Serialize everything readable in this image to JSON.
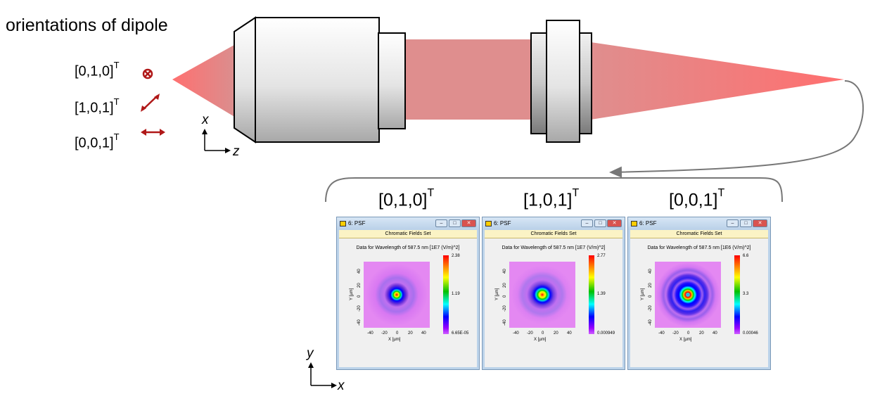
{
  "title": "orientations of dipole",
  "dipoles": [
    {
      "label": "[0,1,0]",
      "sup": "T",
      "icon": "into-page-icon"
    },
    {
      "label": "[1,0,1]",
      "sup": "T",
      "icon": "diagonal-arrow-icon"
    },
    {
      "label": "[0,0,1]",
      "sup": "T",
      "icon": "horizontal-arrow-icon"
    }
  ],
  "axes_top": {
    "vertical": "x",
    "horizontal": "z"
  },
  "axes_bottom": {
    "vertical": "y",
    "horizontal": "x"
  },
  "panel_labels": [
    {
      "label": "[0,1,0]",
      "sup": "T"
    },
    {
      "label": "[1,0,1]",
      "sup": "T"
    },
    {
      "label": "[0,0,1]",
      "sup": "T"
    }
  ],
  "windows": [
    {
      "title": "6: PSF",
      "header": "Chromatic Fields Set",
      "caption": "Data for Wavelength of 587.5 nm  [1E7 (V/m)^2]",
      "cbar_max": "2.38",
      "cbar_mid": "1.19",
      "cbar_min": "6.65E-05",
      "yticks": [
        "40",
        "20",
        "0",
        "-20",
        "-40"
      ],
      "xticks": [
        "-40",
        "-20",
        "0",
        "20",
        "40"
      ],
      "ylabel": "Y [µm]",
      "xlabel": "X [µm]"
    },
    {
      "title": "6: PSF",
      "header": "Chromatic Fields Set",
      "caption": "Data for Wavelength of 587.5 nm  [1E7 (V/m)^2]",
      "cbar_max": "2.77",
      "cbar_mid": "1.39",
      "cbar_min": "0.000949",
      "yticks": [
        "40",
        "20",
        "0",
        "-20",
        "-40"
      ],
      "xticks": [
        "-40",
        "-20",
        "0",
        "20",
        "40"
      ],
      "ylabel": "Y [µm]",
      "xlabel": "X [µm]"
    },
    {
      "title": "6: PSF",
      "header": "Chromatic Fields Set",
      "caption": "Data for Wavelength of 587.5 nm  [1E6 (V/m)^2]",
      "cbar_max": "6.6",
      "cbar_mid": "3.3",
      "cbar_min": "0.00046",
      "yticks": [
        "40",
        "20",
        "0",
        "-20",
        "-40"
      ],
      "xticks": [
        "-40",
        "-20",
        "0",
        "20",
        "40"
      ],
      "ylabel": "Y [µm]",
      "xlabel": "X [µm]"
    }
  ],
  "colors": {
    "beam": "#e06868",
    "dipole_icon": "#b01818",
    "lens": "#dcdcdc"
  }
}
